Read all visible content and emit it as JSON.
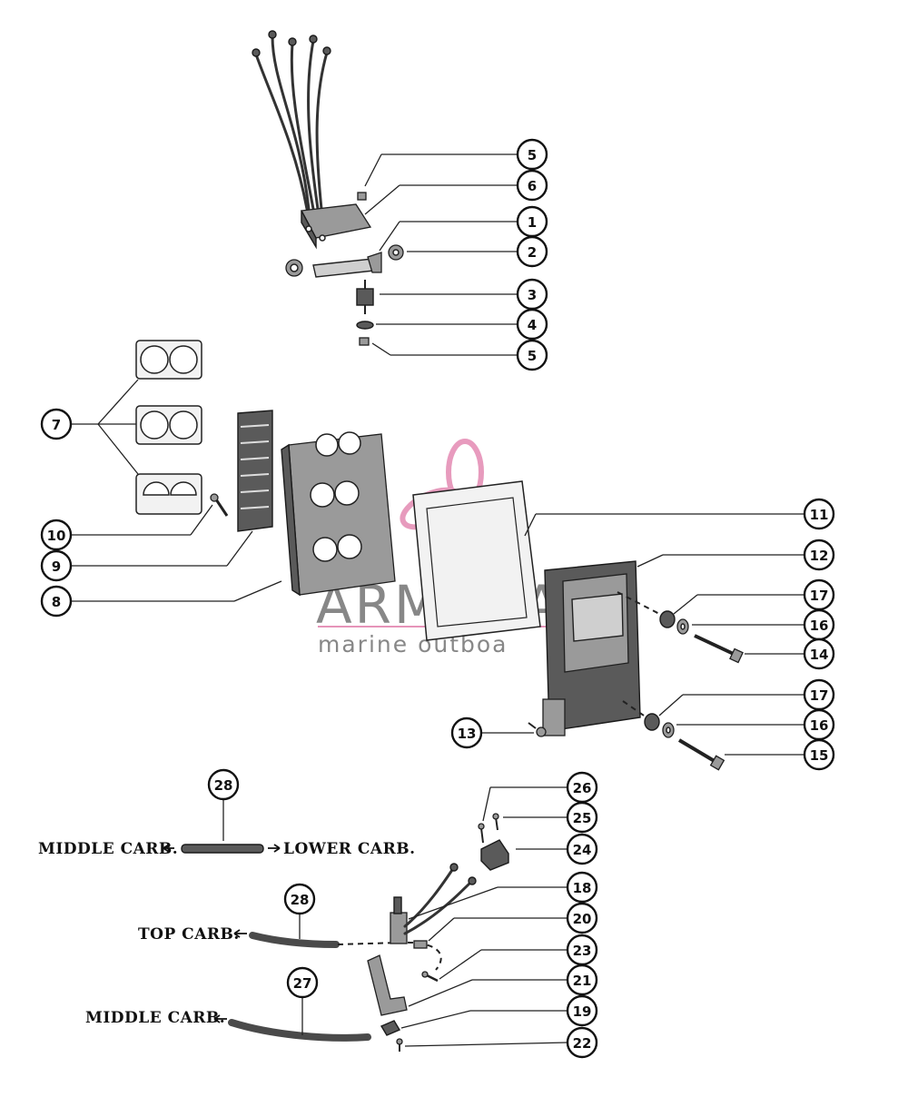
{
  "watermark": {
    "brand": "ARMADA",
    "tagline": "marine outboa",
    "accent_color": "#e07aa8",
    "icon": "propeller-logo"
  },
  "callouts": {
    "c5a": "5",
    "c6": "6",
    "c1": "1",
    "c2": "2",
    "c3": "3",
    "c4": "4",
    "c5b": "5",
    "c7": "7",
    "c10": "10",
    "c9": "9",
    "c8": "8",
    "c11": "11",
    "c12": "12",
    "c17a": "17",
    "c16a": "16",
    "c14": "14",
    "c17b": "17",
    "c16b": "16",
    "c15": "15",
    "c13": "13",
    "c28a": "28",
    "c26": "26",
    "c25": "25",
    "c24": "24",
    "c18": "18",
    "c28b": "28",
    "c20": "20",
    "c23": "23",
    "c27": "27",
    "c21": "21",
    "c19": "19",
    "c22": "22"
  },
  "hose_labels": {
    "middle_carb_1": "MIDDLE CARB.",
    "lower_carb": "LOWER CARB.",
    "top_carb": "TOP CARB.",
    "middle_carb_2": "MIDDLE CARB."
  }
}
